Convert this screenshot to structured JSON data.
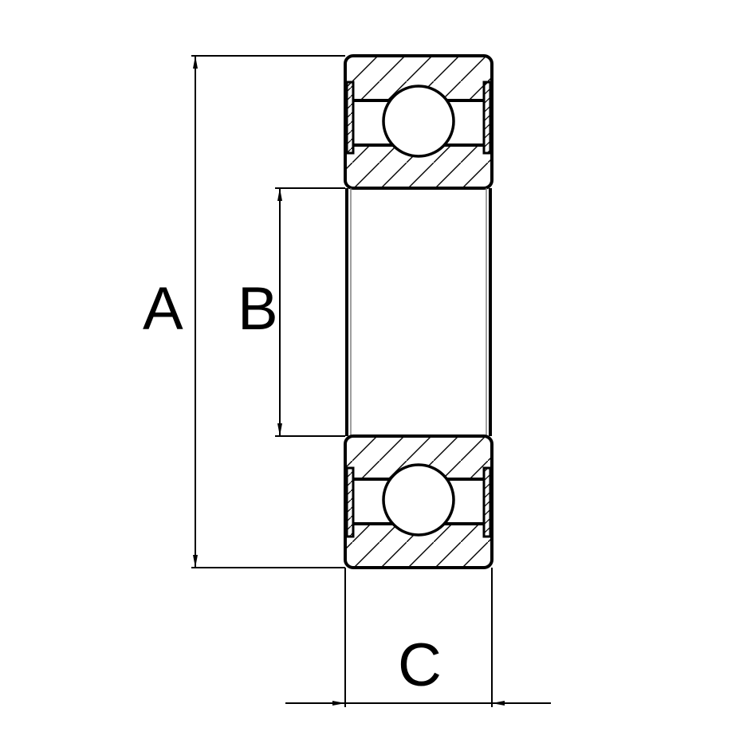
{
  "drawing": {
    "subject": "deep groove ball bearing cross-section",
    "line_color": "#000000",
    "background": "#ffffff",
    "hatch_color": "#000000",
    "bore_inner_line_color": "#808080"
  },
  "dimensions": {
    "outer_diameter": {
      "label": "A"
    },
    "bore_diameter": {
      "label": "B"
    },
    "width": {
      "label": "C"
    }
  }
}
